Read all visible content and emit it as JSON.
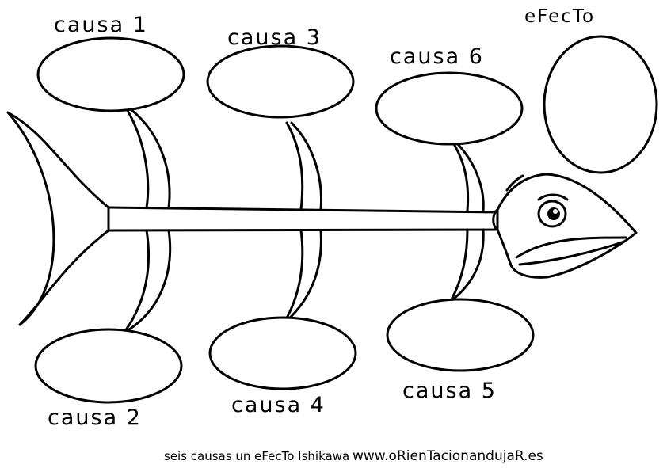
{
  "diagram": {
    "effect_label": "eFecTo",
    "causes": [
      {
        "label": "causa 1"
      },
      {
        "label": "causa 3"
      },
      {
        "label": "causa 6"
      },
      {
        "label": "causa 2"
      },
      {
        "label": "causa 4"
      },
      {
        "label": "causa 5"
      }
    ]
  },
  "footer": {
    "caption": "seis causas un eFecTo Ishikawa",
    "website": "www.oRienTacionandujaR.es"
  }
}
